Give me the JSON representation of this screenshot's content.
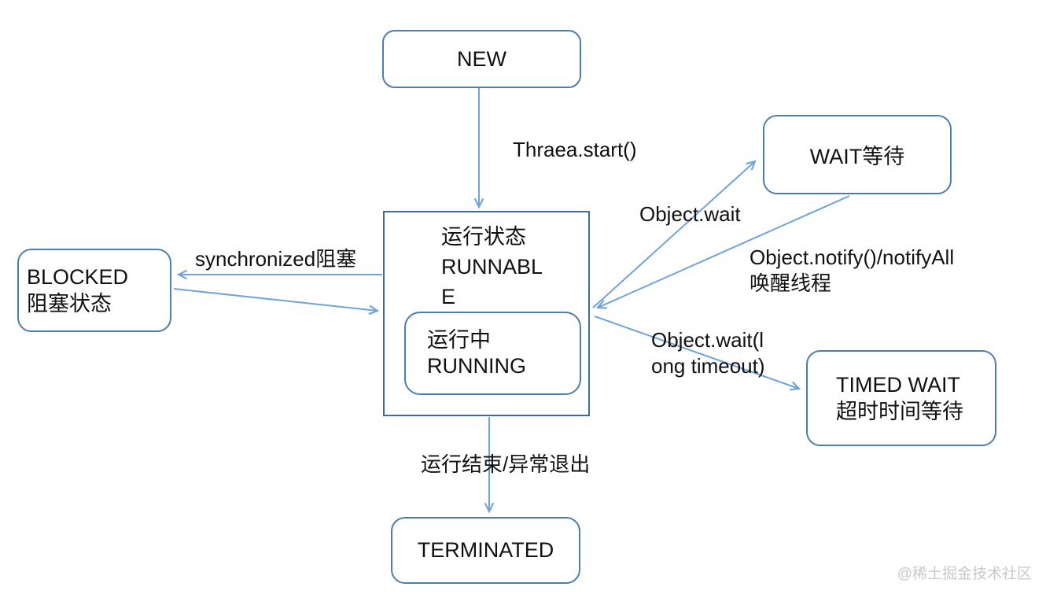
{
  "diagram": {
    "nodes": {
      "new": {
        "label": "NEW"
      },
      "runnable": {
        "label": "运行状态\nRUNNABL\nE"
      },
      "running": {
        "label": "运行中\nRUNNING"
      },
      "wait": {
        "label": "WAIT等待"
      },
      "timed_wait": {
        "label": "TIMED WAIT\n超时时间等待"
      },
      "blocked": {
        "label": "BLOCKED\n阻塞状态"
      },
      "terminated": {
        "label": "TERMINATED"
      }
    },
    "edges": {
      "start_label": "Thraea.start()",
      "object_wait_label": "Object.wait",
      "notify_label": "Object.notify()/notifyAll\n唤醒线程",
      "timed_wait_label": "Object.wait(l\nong timeout)",
      "synchronized_label": "synchronized阻塞",
      "terminate_label": "运行结束/异常退出"
    },
    "watermark": "@稀土掘金技术社区",
    "colors": {
      "node_border": "#4d7dae",
      "runnable_border": "#3f6a99",
      "arrow": "#70a3d8",
      "text": "#111111",
      "watermark": "#c9c9c9"
    }
  }
}
